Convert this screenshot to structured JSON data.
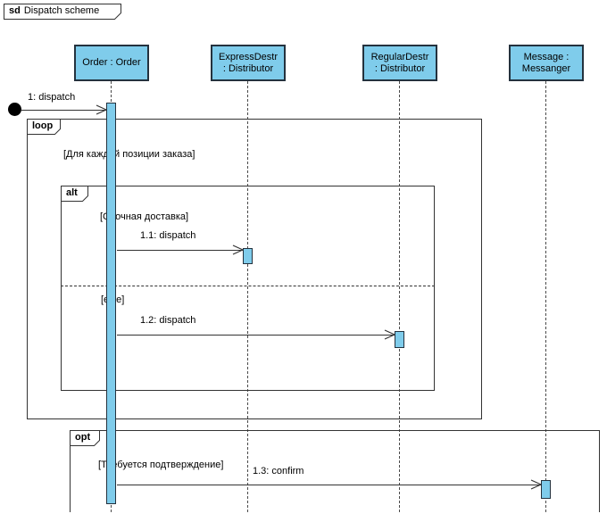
{
  "frame_label": {
    "keyword": "sd",
    "title": "Dispatch scheme"
  },
  "lifelines": [
    {
      "id": "order",
      "label": "Order : Order"
    },
    {
      "id": "express",
      "label": "ExpressDestr\n: Distributor"
    },
    {
      "id": "regular",
      "label": "RegularDestr\n: Distributor"
    },
    {
      "id": "message",
      "label": "Message :\nMessanger"
    }
  ],
  "fragments": {
    "loop": {
      "operator": "loop",
      "guard": "[Для каждой позиции заказа]"
    },
    "alt": {
      "operator": "alt",
      "guard_if": "[Срочная доставка]",
      "guard_else": "[else]"
    },
    "opt": {
      "operator": "opt",
      "guard": "[Требуется подтверждение]"
    }
  },
  "messages": {
    "m1": {
      "label": "1: dispatch"
    },
    "m1_1": {
      "label": "1.1: dispatch"
    },
    "m1_2": {
      "label": "1.2: dispatch"
    },
    "m1_3": {
      "label": "1.3: confirm"
    }
  },
  "colors": {
    "shape_fill": "#7FCCEB",
    "shape_border": "#24323E",
    "line": "#333333",
    "background": "#FFFFFF"
  }
}
